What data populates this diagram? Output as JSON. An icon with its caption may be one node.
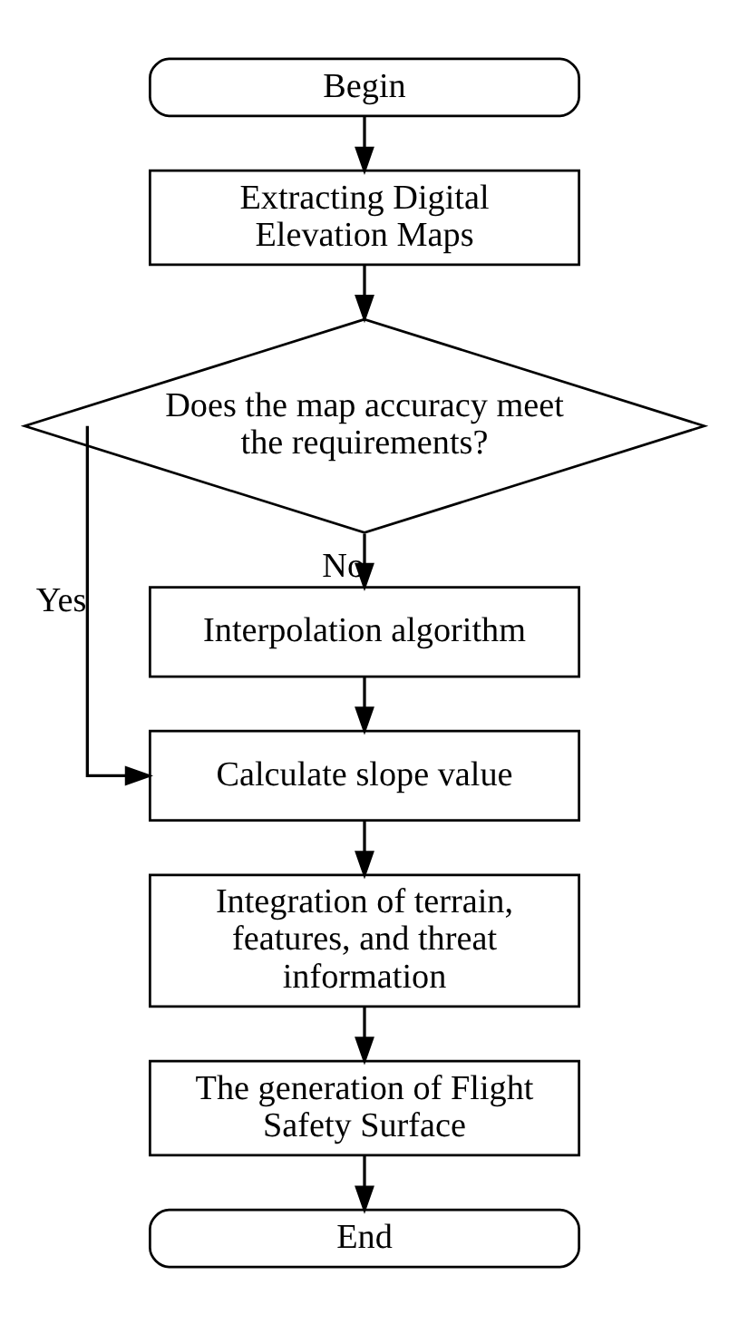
{
  "diagram": {
    "nodes": [
      {
        "text": [
          "Begin"
        ]
      },
      {
        "text": [
          "Extracting Digital Elevation Maps"
        ]
      },
      {
        "text": [
          "Does the map accuracy meet the requirements?"
        ]
      },
      {
        "text": [
          "Interpolation algorithm"
        ]
      },
      {
        "text": [
          "Calculate slope value"
        ]
      },
      {
        "text": [
          "Integration of terrain, features, and threat information"
        ]
      },
      {
        "text": [
          "The generation of Flight Safety Surface"
        ]
      },
      {
        "text": [
          "End"
        ]
      }
    ],
    "edges": [
      {
        "from": 0,
        "to": 1,
        "arrow": "to"
      },
      {
        "from": 1,
        "to": 2,
        "arrow": "to"
      },
      {
        "from": 2,
        "to": 3,
        "arrow": "to",
        "label": "No"
      },
      {
        "from": 2,
        "to": 4,
        "arrow": "to",
        "label": "Yes"
      },
      {
        "from": 3,
        "to": 4,
        "arrow": "to"
      },
      {
        "from": 4,
        "to": 5,
        "arrow": "to"
      },
      {
        "from": 5,
        "to": 6,
        "arrow": "to"
      },
      {
        "from": 6,
        "to": 7,
        "arrow": "to"
      }
    ]
  }
}
